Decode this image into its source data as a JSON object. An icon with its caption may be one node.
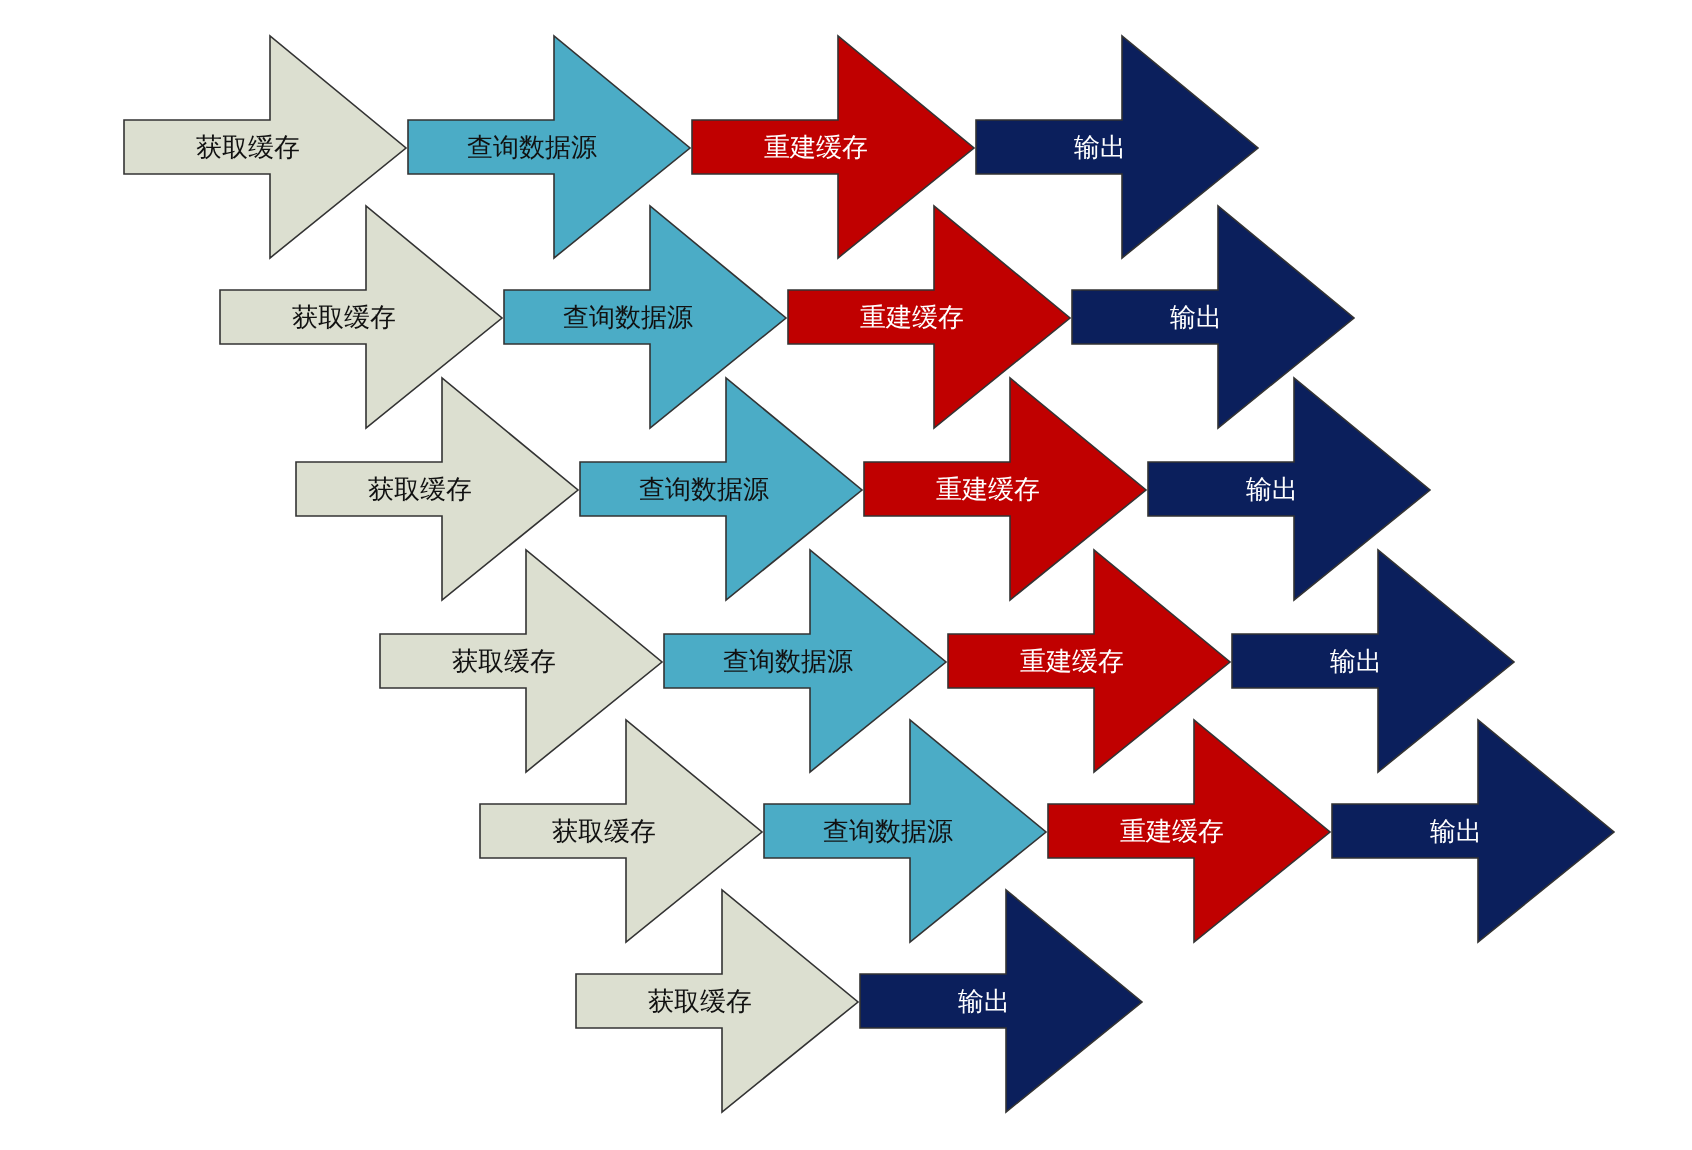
{
  "diagram": {
    "nodes": [
      {
        "text": [
          "获取缓存"
        ]
      },
      {
        "text": [
          "查询数据源"
        ]
      },
      {
        "text": [
          "重建缓存"
        ]
      },
      {
        "text": [
          "输出"
        ]
      },
      {
        "text": [
          "获取缓存"
        ]
      },
      {
        "text": [
          "查询数据源"
        ]
      },
      {
        "text": [
          "重建缓存"
        ]
      },
      {
        "text": [
          "输出"
        ]
      },
      {
        "text": [
          "获取缓存"
        ]
      },
      {
        "text": [
          "查询数据源"
        ]
      },
      {
        "text": [
          "重建缓存"
        ]
      },
      {
        "text": [
          "输出"
        ]
      },
      {
        "text": [
          "获取缓存"
        ]
      },
      {
        "text": [
          "查询数据源"
        ]
      },
      {
        "text": [
          "重建缓存"
        ]
      },
      {
        "text": [
          "输出"
        ]
      },
      {
        "text": [
          "获取缓存"
        ]
      },
      {
        "text": [
          "查询数据源"
        ]
      },
      {
        "text": [
          "重建缓存"
        ]
      },
      {
        "text": [
          "输出"
        ]
      },
      {
        "text": [
          "获取缓存"
        ]
      },
      {
        "text": [
          "输出"
        ]
      }
    ]
  }
}
